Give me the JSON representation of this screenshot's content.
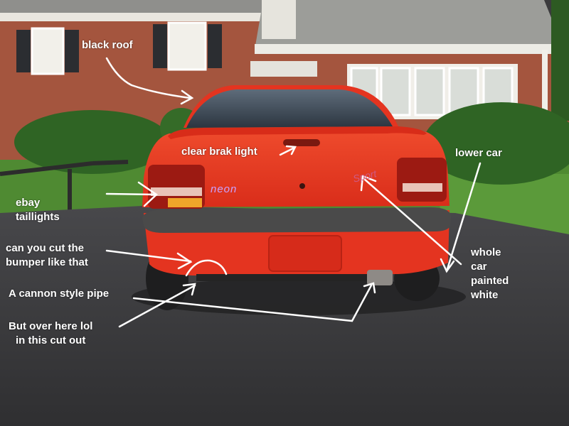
{
  "photo": {
    "subject": "rear view of a red car parked in a driveway",
    "colors": {
      "car_body": "#e43420",
      "bumper_trim": "#4a4a4a",
      "asphalt": "#3b3b3d",
      "brick": "#a4553e",
      "hedge": "#2f6424",
      "lawn": "#4f8a32",
      "annotation": "#ffffff"
    },
    "badges": {
      "model": "neon",
      "trim": "Sport"
    }
  },
  "annotations": [
    {
      "id": "black-roof",
      "text": "black roof"
    },
    {
      "id": "clear-brake-light",
      "text": "clear brak light"
    },
    {
      "id": "lower-car",
      "text": "lower car"
    },
    {
      "id": "ebay-taillights",
      "text": "ebay\ntaillights"
    },
    {
      "id": "cut-bumper",
      "text": "can you cut the\nbumper like that"
    },
    {
      "id": "whole-car-painted",
      "text": "whole\ncar\npainted\nwhite"
    },
    {
      "id": "cannon-pipe",
      "text": "A cannon style pipe"
    },
    {
      "id": "over-here",
      "text": "But over here lol\nin this cut out"
    }
  ]
}
